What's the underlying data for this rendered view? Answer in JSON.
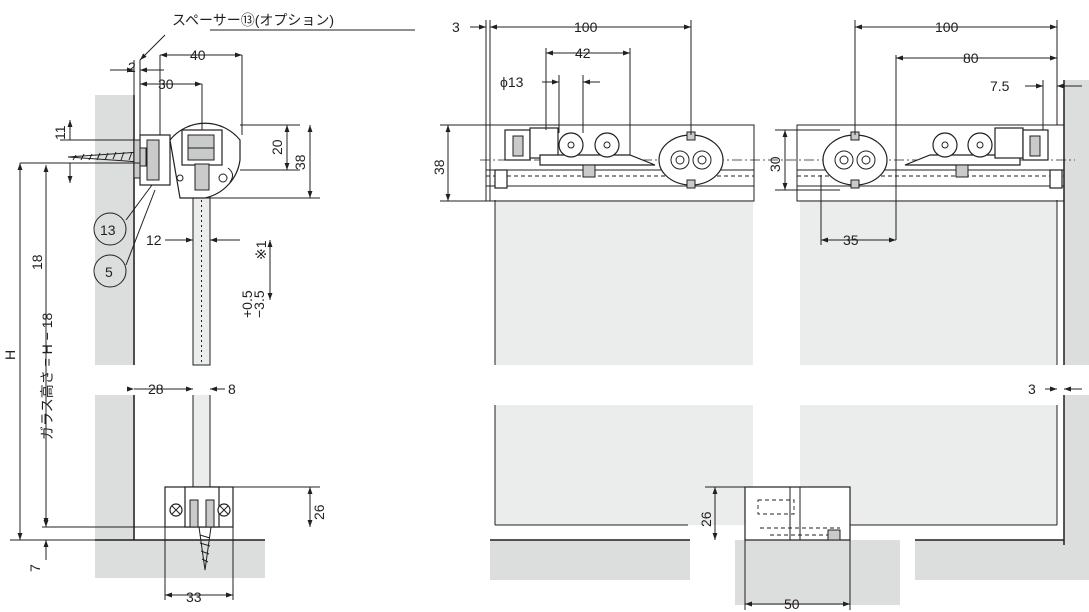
{
  "labels": {
    "spacer_callout": "スペーサー⑬(オプション)",
    "glass_height": "ガラス高さ = H − 18",
    "h": "H",
    "note_tolerance_top": "+0.5",
    "note_tolerance_bottom": "−3.5",
    "note_mark": "※1",
    "balloon_13": "13",
    "balloon_5": "5"
  },
  "dims_left": {
    "d2": "2",
    "d40": "40",
    "d30": "30",
    "d11": "11",
    "d20": "20",
    "d38": "38",
    "d12": "12",
    "d18": "18",
    "d28": "28",
    "d8": "8",
    "d26": "26",
    "d7": "7",
    "d33": "33"
  },
  "dims_right": {
    "d3a": "3",
    "d100a": "100",
    "d42": "42",
    "phi13": "ϕ13",
    "d38": "38",
    "d100b": "100",
    "d80": "80",
    "d7_5": "7.5",
    "d30": "30",
    "d35": "35",
    "d3b": "3",
    "d26": "26",
    "d50": "50"
  }
}
